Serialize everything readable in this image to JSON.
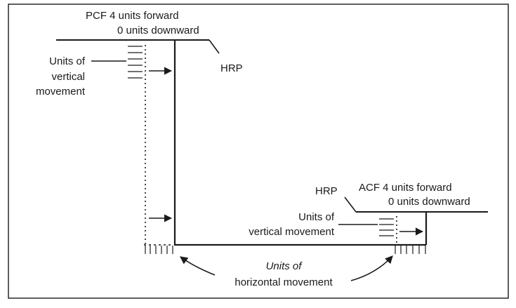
{
  "diagram": {
    "pcf": {
      "line1": "PCF 4 units forward",
      "line2": "0 units downward",
      "hrp_label": "HRP",
      "vertical_label_line1": "Units of",
      "vertical_label_line2": "vertical",
      "vertical_label_line3": "movement"
    },
    "acf": {
      "hrp_label": "HRP",
      "line1": "ACF 4 units forward",
      "line2": "0 units downward",
      "vertical_label_line1": "Units of",
      "vertical_label_line2": "vertical movement"
    },
    "horizontal_label_line1": "Units of",
    "horizontal_label_line2": "horizontal movement"
  }
}
